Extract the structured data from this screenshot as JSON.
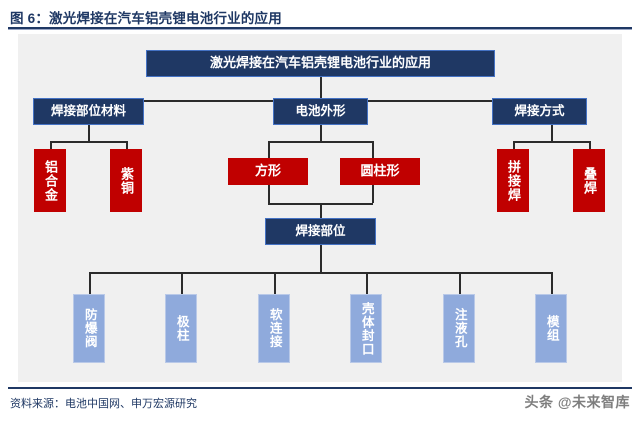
{
  "header": {
    "title": "图 6：激光焊接在汽车铝壳锂电池行业的应用"
  },
  "footer": {
    "source": "资料来源：电池中国网、申万宏源研究",
    "watermark": "头条 @未来智库"
  },
  "colors": {
    "navy": "#1F3864",
    "red": "#C00000",
    "periwinkle": "#8FAADC",
    "canvas": "#f0f0f0",
    "connector": "#2b2b2b"
  },
  "diagram": {
    "type": "tree",
    "root": {
      "id": "root",
      "label": "激光焊接在汽车铝壳锂电池行业的应用",
      "style": "navy"
    },
    "level2": [
      {
        "id": "materials",
        "label": "焊接部位材料",
        "style": "navy"
      },
      {
        "id": "cell-shape",
        "label": "电池外形",
        "style": "navy"
      },
      {
        "id": "weld-method",
        "label": "焊接方式",
        "style": "navy"
      }
    ],
    "level3": [
      {
        "id": "alu-alloy",
        "label": "铝合金",
        "style": "red",
        "parent": "materials",
        "orientation": "vertical"
      },
      {
        "id": "copper",
        "label": "紫铜",
        "style": "red",
        "parent": "materials",
        "orientation": "vertical"
      },
      {
        "id": "prismatic",
        "label": "方形",
        "style": "red",
        "parent": "cell-shape",
        "orientation": "horizontal"
      },
      {
        "id": "cylindrical",
        "label": "圆柱形",
        "style": "red",
        "parent": "cell-shape",
        "orientation": "horizontal"
      },
      {
        "id": "butt-weld",
        "label": "拼接焊",
        "style": "red",
        "parent": "weld-method",
        "orientation": "vertical"
      },
      {
        "id": "lap-weld",
        "label": "叠焊",
        "style": "red",
        "parent": "weld-method",
        "orientation": "vertical"
      }
    ],
    "level4": {
      "id": "weld-location",
      "label": "焊接部位",
      "style": "navy"
    },
    "level5": [
      {
        "id": "vent",
        "label": "防爆阀",
        "style": "periwinkle"
      },
      {
        "id": "terminal",
        "label": "极柱",
        "style": "periwinkle"
      },
      {
        "id": "flex-connect",
        "label": "软连接",
        "style": "periwinkle"
      },
      {
        "id": "case-seal",
        "label": "壳体封口",
        "style": "periwinkle"
      },
      {
        "id": "fill-hole",
        "label": "注液孔",
        "style": "periwinkle"
      },
      {
        "id": "module",
        "label": "模组",
        "style": "periwinkle"
      }
    ]
  }
}
